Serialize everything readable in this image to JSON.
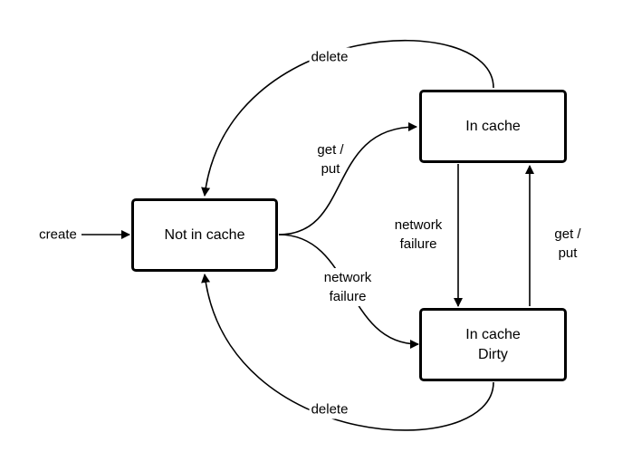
{
  "nodes": {
    "not_in_cache": "Not in cache",
    "in_cache": "In cache",
    "in_cache_dirty": "In cache\nDirty"
  },
  "edges": {
    "create": "create",
    "delete_top": "delete",
    "delete_bottom": "delete",
    "get_put_left": "get /\nput",
    "network_failure_left": "network\nfailure",
    "network_failure_right": "network\nfailure",
    "get_put_right": "get /\nput"
  },
  "colors": {
    "stroke": "#000000",
    "background": "#ffffff"
  }
}
